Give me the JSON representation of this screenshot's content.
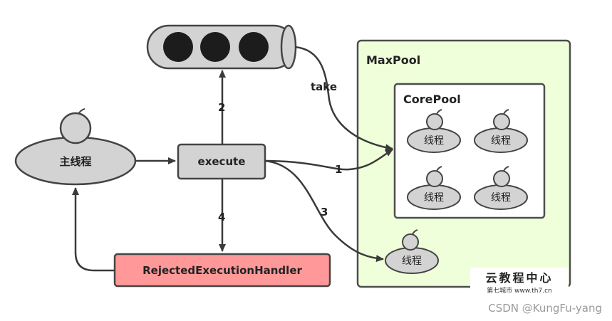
{
  "nodes": {
    "main_thread": "主线程",
    "execute": "execute",
    "handler": "RejectedExecutionHandler",
    "max_pool": "MaxPool",
    "core_pool": "CorePool",
    "thread": "线程"
  },
  "edges": {
    "take": "take",
    "one": "1",
    "two": "2",
    "three": "3",
    "four": "4"
  },
  "watermarks": {
    "site": "云教程中心",
    "site_url": "第七城市  www.th7.cn",
    "csdn": "CSDN @KungFu-yang"
  },
  "colors": {
    "max_pool_fill": "#efffd9",
    "max_pool_stroke": "#4d4d4d",
    "handler_fill": "#ff9999",
    "node_fill": "#d3d3d3"
  }
}
